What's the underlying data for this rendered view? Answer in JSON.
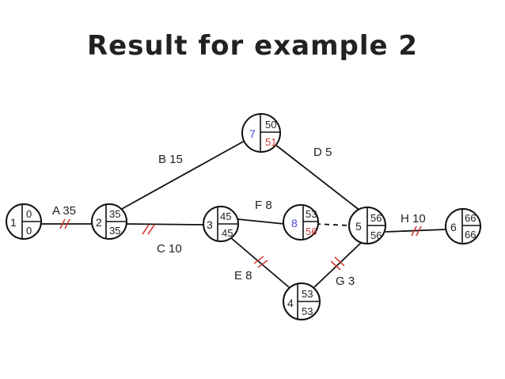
{
  "title": "Result for example 2",
  "colors": {
    "slack_node_id": "#4a4acc",
    "slack_late_time": "#d43a3a",
    "critical_mark": "#d43a3a"
  },
  "nodes": [
    {
      "id": "1",
      "early": "0",
      "late": "0"
    },
    {
      "id": "2",
      "early": "35",
      "late": "35"
    },
    {
      "id": "3",
      "early": "45",
      "late": "45"
    },
    {
      "id": "4",
      "early": "53",
      "late": "53"
    },
    {
      "id": "5",
      "early": "56",
      "late": "56"
    },
    {
      "id": "6",
      "early": "66",
      "late": "66"
    },
    {
      "id": "7",
      "early": "50",
      "late": "51"
    },
    {
      "id": "8",
      "early": "53",
      "late": "56"
    }
  ],
  "activities": [
    {
      "label": "A 35"
    },
    {
      "label": "B 15"
    },
    {
      "label": "C 10"
    },
    {
      "label": "D 5"
    },
    {
      "label": "E 8"
    },
    {
      "label": "F 8"
    },
    {
      "label": "G 3"
    },
    {
      "label": "H 10"
    }
  ]
}
